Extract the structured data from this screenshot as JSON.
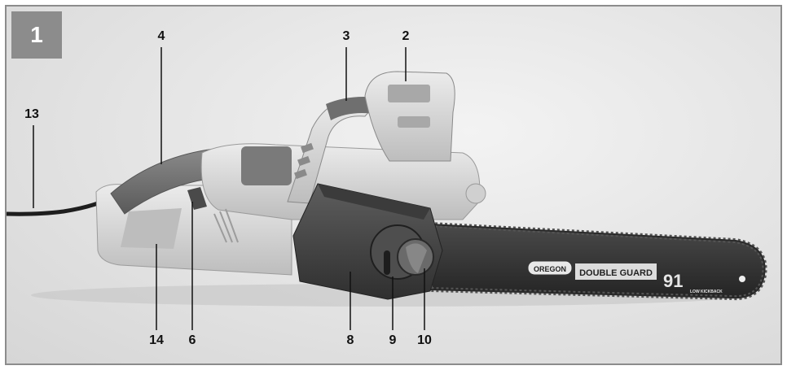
{
  "figure": {
    "number": "1",
    "callouts": [
      {
        "id": "c13",
        "label": "13"
      },
      {
        "id": "c4",
        "label": "4"
      },
      {
        "id": "c3",
        "label": "3"
      },
      {
        "id": "c2",
        "label": "2"
      },
      {
        "id": "c14",
        "label": "14"
      },
      {
        "id": "c6",
        "label": "6"
      },
      {
        "id": "c8",
        "label": "8"
      },
      {
        "id": "c9",
        "label": "9"
      },
      {
        "id": "c10",
        "label": "10"
      }
    ],
    "bar_branding": {
      "brand": "OREGON",
      "product": "DOUBLE GUARD",
      "model": "91",
      "note": "LOW KICKBACK"
    }
  }
}
